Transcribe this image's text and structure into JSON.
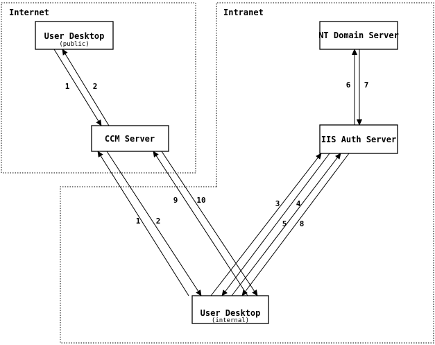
{
  "colors": {
    "ink": "#000000",
    "background": "#ffffff"
  },
  "diagram": {
    "regions": [
      {
        "id": "internet",
        "label": "Internet"
      },
      {
        "id": "intranet",
        "label": "Intranet"
      }
    ],
    "nodes": [
      {
        "id": "user-desktop-public",
        "title": "User Desktop",
        "subtitle": "(public)"
      },
      {
        "id": "ccm-server",
        "title": "CCM Server",
        "subtitle": ""
      },
      {
        "id": "nt-domain-server",
        "title": "NT Domain Server",
        "subtitle": ""
      },
      {
        "id": "iis-auth-server",
        "title": "IIS Auth Server",
        "subtitle": ""
      },
      {
        "id": "user-desktop-internal",
        "title": "User Desktop",
        "subtitle": "(internal)"
      }
    ],
    "edges": [
      {
        "label": "1",
        "from": "user-desktop-public",
        "to": "ccm-server"
      },
      {
        "label": "2",
        "from": "ccm-server",
        "to": "user-desktop-public"
      },
      {
        "label": "1",
        "from": "user-desktop-internal",
        "to": "ccm-server"
      },
      {
        "label": "2",
        "from": "ccm-server",
        "to": "user-desktop-internal"
      },
      {
        "label": "9",
        "from": "user-desktop-internal",
        "to": "ccm-server"
      },
      {
        "label": "10",
        "from": "ccm-server",
        "to": "user-desktop-internal"
      },
      {
        "label": "3",
        "from": "user-desktop-internal",
        "to": "iis-auth-server"
      },
      {
        "label": "4",
        "from": "iis-auth-server",
        "to": "user-desktop-internal"
      },
      {
        "label": "5",
        "from": "user-desktop-internal",
        "to": "iis-auth-server"
      },
      {
        "label": "8",
        "from": "iis-auth-server",
        "to": "user-desktop-internal"
      },
      {
        "label": "6",
        "from": "iis-auth-server",
        "to": "nt-domain-server"
      },
      {
        "label": "7",
        "from": "nt-domain-server",
        "to": "iis-auth-server"
      }
    ]
  }
}
